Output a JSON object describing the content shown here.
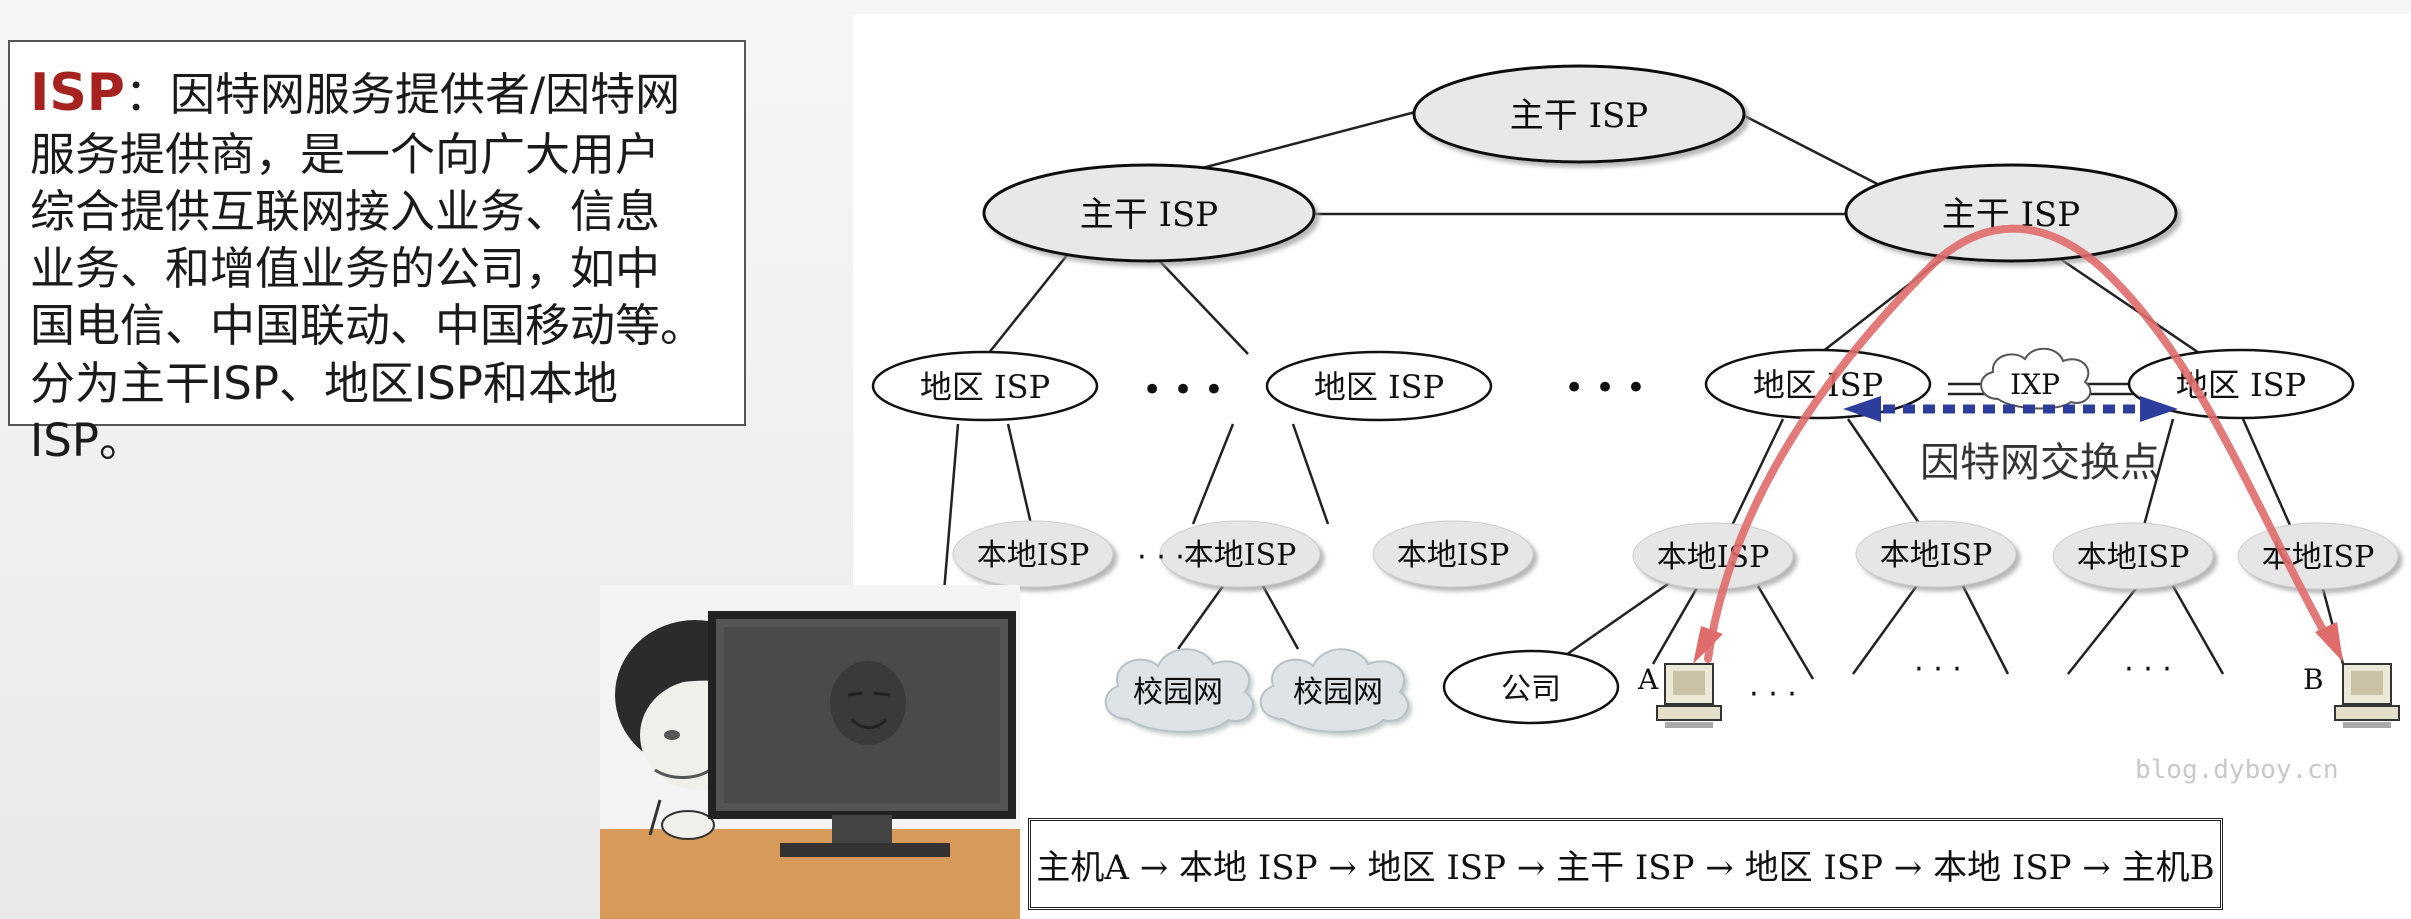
{
  "definition": {
    "term": "ISP",
    "colon": "：",
    "lines": [
      "因特网服务提供者/因特网",
      "服务提供商，是一个向广大用户",
      "综合提供互联网接入业务、信息",
      "业务、和增值业务的公司，如中",
      "国电信、中国联动、中国移动等。",
      "分为主干ISP、地区ISP和本地ISP。"
    ]
  },
  "diagram": {
    "backbone_isp_label": "主干 ISP",
    "regional_isp_label": "地区 ISP",
    "local_isp_label": "本地ISP",
    "campus_net_label": "校园网",
    "company_label": "公司",
    "ixp_label": "IXP",
    "exchange_point_label": "因特网交换点",
    "host_a_label": "A",
    "host_b_label": "B",
    "ellipsis": "• • •",
    "small_ellipsis": "· · ·"
  },
  "route": "主机A → 本地 ISP → 地区 ISP → 主干 ISP → 地区 ISP → 本地 ISP → 主机B",
  "watermark": "blog.dyboy.cn",
  "colors": {
    "term_red": "#a5221e",
    "node_fill": "#e8e8e8",
    "path_red": "#e06b6b",
    "ixp_arrow_blue": "#2c3d9c"
  }
}
